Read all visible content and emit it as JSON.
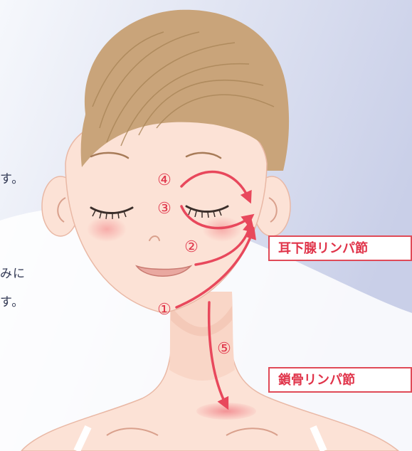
{
  "background_text": {
    "line1": "す。",
    "line2": "みに",
    "line3": "す。"
  },
  "steps": {
    "s1": "①",
    "s2": "②",
    "s3": "③",
    "s4": "④",
    "s5": "⑤"
  },
  "labels": {
    "parotid": "耳下腺リンパ節",
    "clavicle": "鎖骨リンパ節"
  },
  "colors": {
    "accent": "#e0344a",
    "arrow": "#e8485c",
    "skin": "#fce2d6",
    "hair": "#c9a47a"
  }
}
